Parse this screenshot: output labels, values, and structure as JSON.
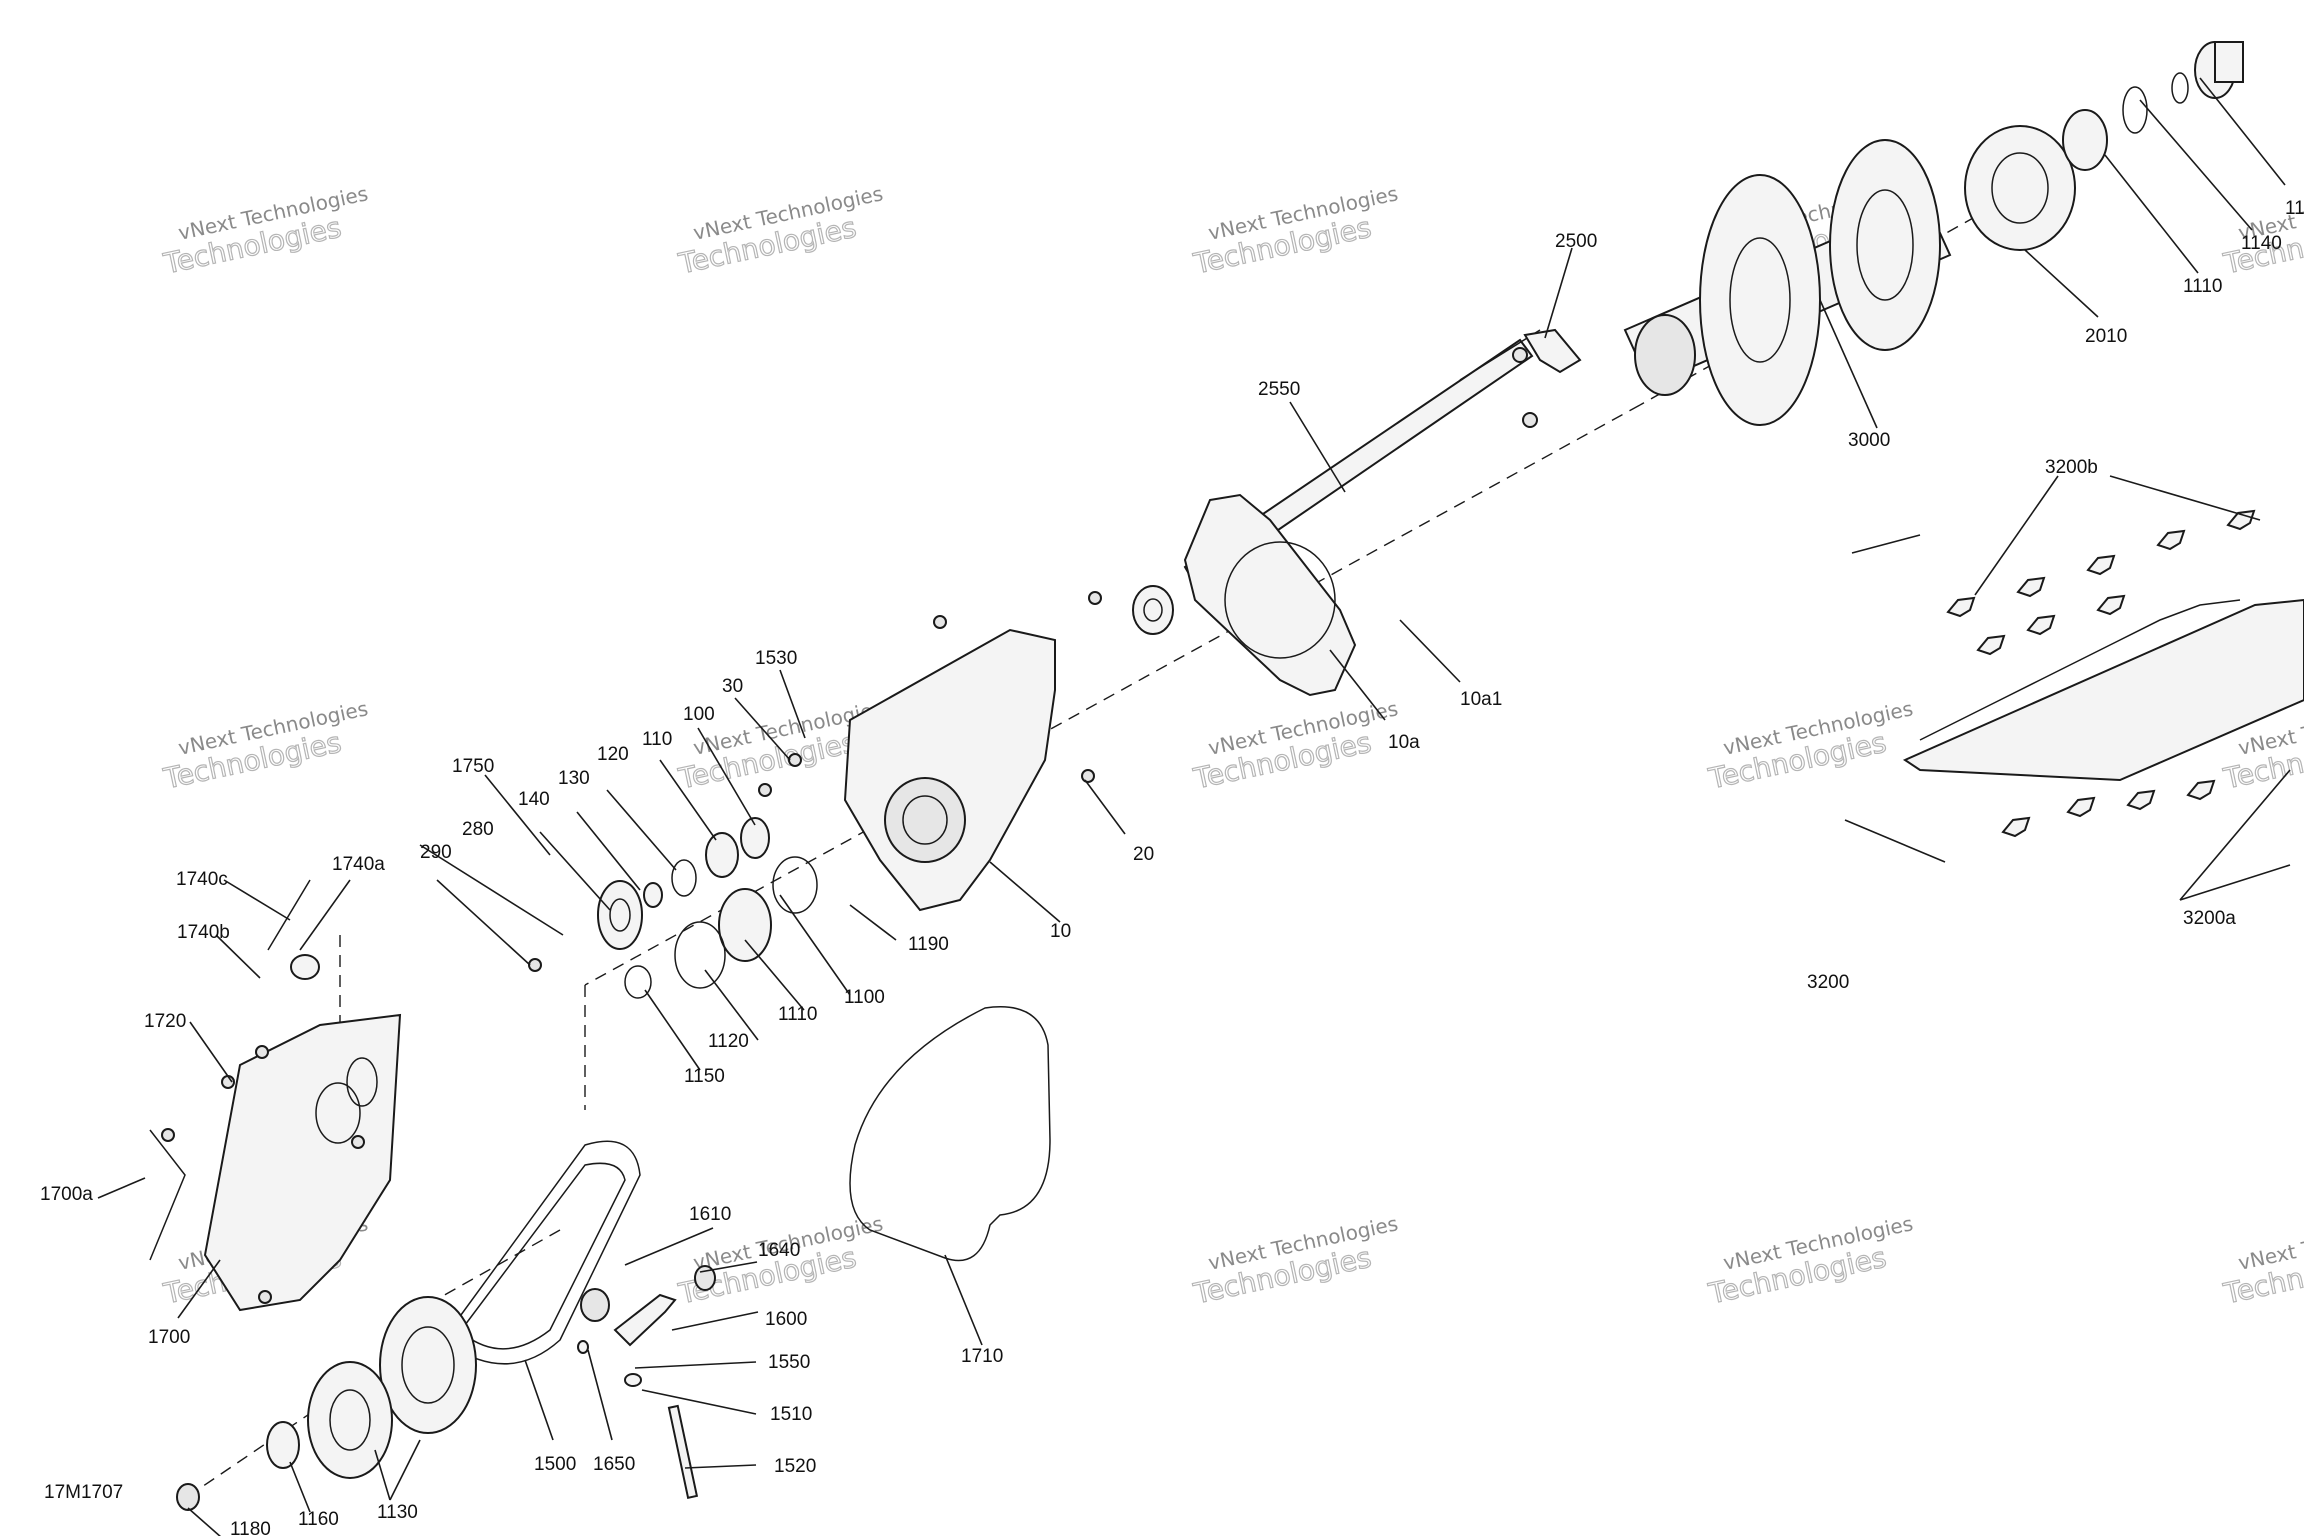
{
  "document_id": "17M1707",
  "watermark": {
    "line1": "vNext Technologies",
    "line2": "Technologies"
  },
  "callouts": [
    {
      "id": "2500",
      "label": "2500"
    },
    {
      "id": "2550",
      "label": "2550"
    },
    {
      "id": "3000",
      "label": "3000"
    },
    {
      "id": "2010",
      "label": "2010"
    },
    {
      "id": "1110-top",
      "label": "1110"
    },
    {
      "id": "1140",
      "label": "1140"
    },
    {
      "id": "3200b",
      "label": "3200b"
    },
    {
      "id": "3200a",
      "label": "3200a"
    },
    {
      "id": "3200",
      "label": "3200"
    },
    {
      "id": "10a1",
      "label": "10a1"
    },
    {
      "id": "10a",
      "label": "10a"
    },
    {
      "id": "20",
      "label": "20"
    },
    {
      "id": "10",
      "label": "10"
    },
    {
      "id": "1530",
      "label": "1530"
    },
    {
      "id": "30",
      "label": "30"
    },
    {
      "id": "100",
      "label": "100"
    },
    {
      "id": "110",
      "label": "110"
    },
    {
      "id": "120",
      "label": "120"
    },
    {
      "id": "130",
      "label": "130"
    },
    {
      "id": "140",
      "label": "140"
    },
    {
      "id": "1750",
      "label": "1750"
    },
    {
      "id": "280",
      "label": "280"
    },
    {
      "id": "290",
      "label": "290"
    },
    {
      "id": "1740c",
      "label": "1740c"
    },
    {
      "id": "1740a",
      "label": "1740a"
    },
    {
      "id": "1740b",
      "label": "1740b"
    },
    {
      "id": "1720",
      "label": "1720"
    },
    {
      "id": "1700a",
      "label": "1700a"
    },
    {
      "id": "1700",
      "label": "1700"
    },
    {
      "id": "1190",
      "label": "1190"
    },
    {
      "id": "1100",
      "label": "1100"
    },
    {
      "id": "1110",
      "label": "1110"
    },
    {
      "id": "1120",
      "label": "1120"
    },
    {
      "id": "1150",
      "label": "1150"
    },
    {
      "id": "1610",
      "label": "1610"
    },
    {
      "id": "1640",
      "label": "1640"
    },
    {
      "id": "1600",
      "label": "1600"
    },
    {
      "id": "1550",
      "label": "1550"
    },
    {
      "id": "1510",
      "label": "1510"
    },
    {
      "id": "1520",
      "label": "1520"
    },
    {
      "id": "1710",
      "label": "1710"
    },
    {
      "id": "1500",
      "label": "1500"
    },
    {
      "id": "1650",
      "label": "1650"
    },
    {
      "id": "1130",
      "label": "1130"
    },
    {
      "id": "1160",
      "label": "1160"
    },
    {
      "id": "1180",
      "label": "1180"
    },
    {
      "id": "11-partial",
      "label": "11"
    }
  ]
}
